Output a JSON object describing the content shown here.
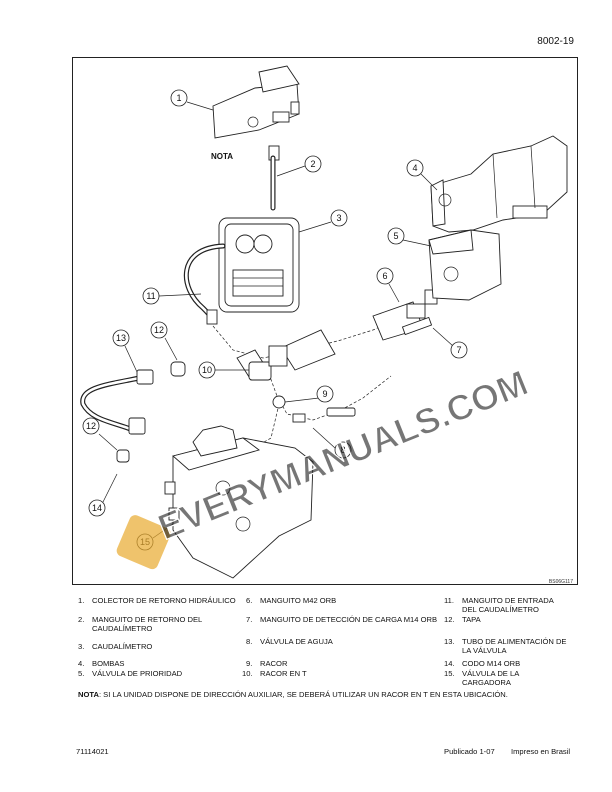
{
  "header": {
    "page_number": "8002-19"
  },
  "figure": {
    "nota_label": "NOTA",
    "figure_id": "BS06G117",
    "watermark": "EVERYMANUALS.COM",
    "callouts": [
      "1",
      "2",
      "3",
      "4",
      "5",
      "6",
      "7",
      "8",
      "9",
      "10",
      "11",
      "12",
      "13",
      "12",
      "14",
      "15"
    ]
  },
  "legend": {
    "col1": [
      {
        "n": "1.",
        "t": "COLECTOR DE RETORNO HIDRÁULICO"
      },
      {
        "n": "2.",
        "t": "MANGUITO DE RETORNO DEL\nCAUDALÍMETRO"
      },
      {
        "n": "3.",
        "t": "CAUDALÍMETRO"
      },
      {
        "n": "4.",
        "t": "BOMBAS"
      },
      {
        "n": "5.",
        "t": "VÁLVULA DE PRIORIDAD"
      }
    ],
    "col2": [
      {
        "n": "6.",
        "t": "MANGUITO M42 ORB"
      },
      {
        "n": "7.",
        "t": "MANGUITO DE DETECCIÓN DE CARGA M14 ORB"
      },
      {
        "n": "8.",
        "t": "VÁLVULA DE AGUJA"
      },
      {
        "n": "9.",
        "t": "RACOR"
      },
      {
        "n": "10.",
        "t": "RACOR EN T"
      }
    ],
    "col3": [
      {
        "n": "11.",
        "t": "MANGUITO DE ENTRADA\nDEL CAUDALÍMETRO"
      },
      {
        "n": "12.",
        "t": "TAPA"
      },
      {
        "n": "13.",
        "t": "TUBO DE ALIMENTACIÓN DE\nLA VÁLVULA"
      },
      {
        "n": "14.",
        "t": "CODO M14 ORB"
      },
      {
        "n": "15.",
        "t": "VÁLVULA DE LA\nCARGADORA"
      }
    ]
  },
  "note": {
    "label": "NOTA",
    "text": ": SI LA UNIDAD DISPONE DE DIRECCIÓN AUXILIAR, SE DEBERÁ UTILIZAR UN RACOR EN T EN ESTA UBICACIÓN."
  },
  "footer": {
    "doc_number": "71114021",
    "published": "Publicado 1-07",
    "printed": "Impreso en Brasil"
  }
}
